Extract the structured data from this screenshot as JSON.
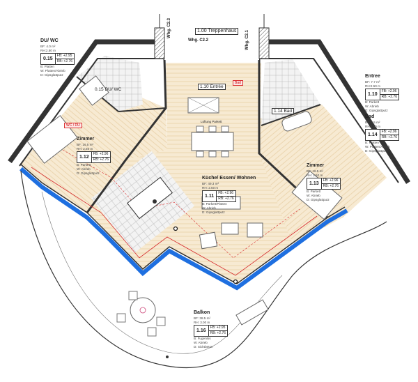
{
  "stair": {
    "label": "1.00 Treppenhaus"
  },
  "shafts": [
    "Whg. C2.3",
    "Whg. C2.2",
    "Whg. C2.1"
  ],
  "rooms": [
    {
      "key": "du_wc",
      "title": "DU/ WC",
      "lines": [
        "BF: 4.0 m²",
        "RH:2.50 m"
      ],
      "num": "0.15",
      "fb": "FB: +2.95",
      "rb": "RB: +2.76",
      "finish": [
        "B: Platten",
        "W: Platten/Abrieb",
        "D: Gipsglattputz"
      ]
    },
    {
      "key": "zimmer_l",
      "title": "Zimmer",
      "lines": [
        "BF: 16.5 m²",
        "RH: 2.50 m"
      ],
      "num": "1.12",
      "fb": "FB: +2.96",
      "rb": "RB: +2.76",
      "finish": [
        "B: Parkett",
        "W: Abrieb",
        "D: Gipsglattputz"
      ]
    },
    {
      "key": "kueche",
      "title": "Küche/ Essen/ Wohnen",
      "lines": [
        "BF: 49.3 m²",
        "RH: 2.50 m"
      ],
      "num": "1.11",
      "fb": "FB: +2.96",
      "rb": "RB: +2.76",
      "finish": [
        "B: Parkett/Platten",
        "W: Abrieb",
        "D: Gipsglattputz"
      ]
    },
    {
      "key": "zimmer_r",
      "title": "Zimmer",
      "lines": [
        "BF: 16.5 m²",
        "RH: 2.50 m"
      ],
      "num": "1.13",
      "fb": "FB: +2.96",
      "rb": "RB: +2.76",
      "finish": [
        "B: Parkett",
        "W: Abrieb",
        "D: Gipsglattputz"
      ]
    },
    {
      "key": "entree",
      "title": "Entree",
      "lines": [
        "BF: 7.7 m²",
        "RH:2.50 m"
      ],
      "num": "1.10",
      "fb": "FB: +2.96",
      "rb": "RB: +2.76",
      "finish": [
        "B: Parkett",
        "W: Abrieb",
        "D: Gipsglattputz"
      ]
    },
    {
      "key": "bad",
      "title": "Bad",
      "lines": [
        "BF: 6.5 m²",
        "RH:2.50 m"
      ],
      "num": "1.14",
      "fb": "FB: +2.96",
      "rb": "RB: +2.76",
      "finish": [
        "B: Platten",
        "W: Platten/Abrieb",
        "D: Gipsglattputz"
      ]
    },
    {
      "key": "balkon",
      "title": "Balkon",
      "lines": [
        "BF: 38.5 m²",
        "RH: 3.00 m"
      ],
      "num": "1.16",
      "fb": "FB: +2.95",
      "rb": "RB: +2.76",
      "finish": [
        "B: Fugenlos",
        "W: Abrieb",
        "D: Sichtbeton"
      ]
    }
  ],
  "in_plan_labels": {
    "du_wc": "0.15 DU/ WC",
    "entree": "1.10 Entrée",
    "bad": "1.14 Bad",
    "lueftung": "Lüftung Parkett"
  },
  "red_tags": [
    "WC / DU",
    "Bad"
  ],
  "colors": {
    "wall": "#333333",
    "floor": "#f5e6cc",
    "floor_lines": "#e2c89a",
    "window_blue": "#1e6fe0",
    "dim_red": "#d62b2b",
    "dim_blue": "#3a6fd8"
  }
}
